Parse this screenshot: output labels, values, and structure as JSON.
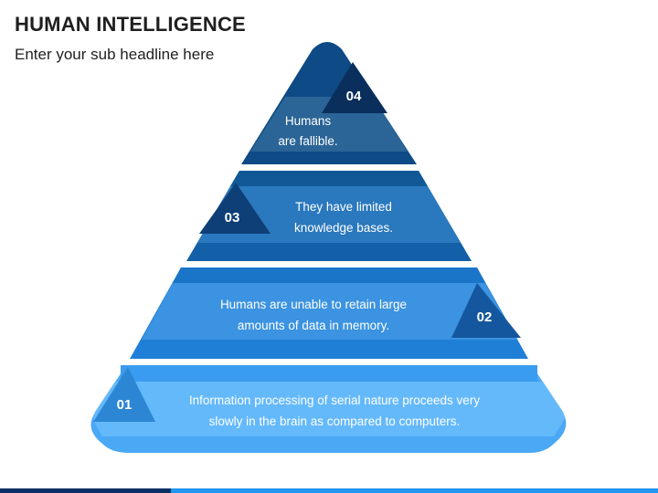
{
  "header": {
    "title": "HUMAN INTELLIGENCE",
    "subtitle": "Enter your sub headline here"
  },
  "tiers": [
    {
      "number": "01",
      "lines": [
        "Information processing of serial nature proceeds very",
        "slowly in the brain as compared to computers."
      ]
    },
    {
      "number": "02",
      "lines": [
        "Humans are unable to retain large",
        "amounts of data in memory."
      ]
    },
    {
      "number": "03",
      "lines": [
        "They have limited",
        "knowledge bases."
      ]
    },
    {
      "number": "04",
      "lines": [
        "Humans",
        "are fallible."
      ]
    }
  ],
  "colors": {
    "tier1": "#4aa8f5",
    "tier1_band": "#64b9fb",
    "tier1_tab": "#2c86d3",
    "tier2": "#1f7fd6",
    "tier2_band": "#3b93e1",
    "tier2_tab": "#14579e",
    "tier3": "#1460a8",
    "tier3_band": "#2a78be",
    "tier3_tab": "#0e3f76",
    "tier4": "#0d4a86",
    "tier4_band": "#2b6496",
    "tier4_tab": "#0a2f5c"
  }
}
